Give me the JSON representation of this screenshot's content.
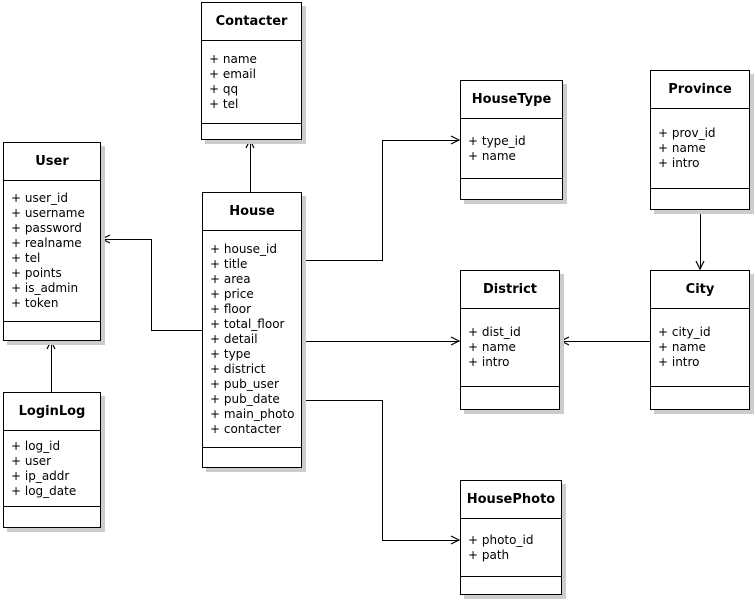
{
  "diagram": {
    "type": "uml-class-diagram",
    "background_color": "#ffffff",
    "box_fill_color": "#ffffff",
    "border_color": "#000000",
    "shadow_color": "#cccccc",
    "connector_color": "#000000"
  },
  "classes": [
    {
      "id": "contacter",
      "name": "Contacter",
      "attributes": [
        "+ name",
        "+ email",
        "+ qq",
        "+ tel"
      ]
    },
    {
      "id": "user",
      "name": "User",
      "attributes": [
        "+ user_id",
        "+ username",
        "+ password",
        "+ realname",
        "+ tel",
        "+ points",
        "+ is_admin",
        "+ token"
      ]
    },
    {
      "id": "loginlog",
      "name": "LoginLog",
      "attributes": [
        "+ log_id",
        "+ user",
        "+ ip_addr",
        "+ log_date"
      ]
    },
    {
      "id": "house",
      "name": "House",
      "attributes": [
        "+ house_id",
        "+ title",
        "+ area",
        "+ price",
        "+ floor",
        "+ total_floor",
        "+ detail",
        "+ type",
        "+ district",
        "+ pub_user",
        "+ pub_date",
        "+ main_photo",
        "+ contacter"
      ]
    },
    {
      "id": "housetype",
      "name": "HouseType",
      "attributes": [
        "+ type_id",
        "+ name"
      ]
    },
    {
      "id": "province",
      "name": "Province",
      "attributes": [
        "+ prov_id",
        "+ name",
        "+ intro"
      ]
    },
    {
      "id": "district",
      "name": "District",
      "attributes": [
        "+ dist_id",
        "+ name",
        "+ intro"
      ]
    },
    {
      "id": "city",
      "name": "City",
      "attributes": [
        "+ city_id",
        "+ name",
        "+ intro"
      ]
    },
    {
      "id": "housephoto",
      "name": "HousePhoto",
      "attributes": [
        "+ photo_id",
        "+ path"
      ]
    }
  ],
  "relations": [
    {
      "from": "House",
      "to": "Contacter",
      "arrow": "open"
    },
    {
      "from": "LoginLog",
      "to": "User",
      "arrow": "open"
    },
    {
      "from": "House",
      "to": "User",
      "arrow": "open"
    },
    {
      "from": "House",
      "to": "HouseType",
      "arrow": "open"
    },
    {
      "from": "House",
      "to": "District",
      "arrow": "open"
    },
    {
      "from": "City",
      "to": "District",
      "arrow": "open"
    },
    {
      "from": "House",
      "to": "HousePhoto",
      "arrow": "open"
    },
    {
      "from": "Province",
      "to": "City",
      "arrow": "open"
    }
  ]
}
